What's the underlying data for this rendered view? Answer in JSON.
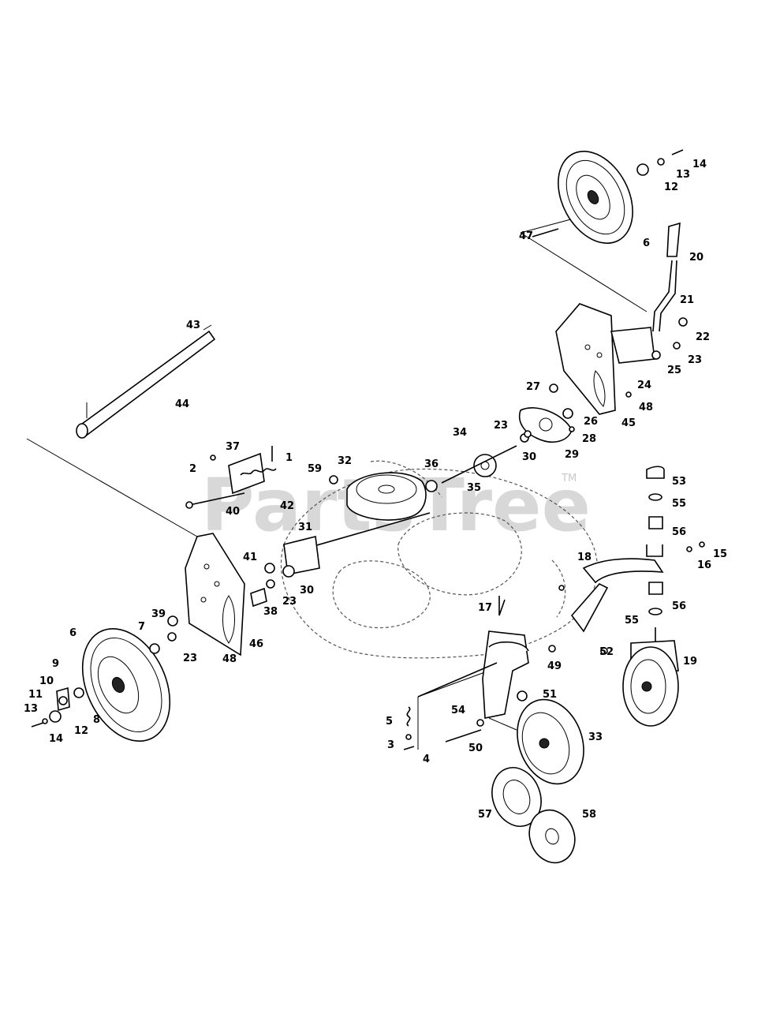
{
  "watermark": {
    "text": "PartsTree",
    "tm": "TM"
  },
  "callouts": [
    "1",
    "2",
    "3",
    "4",
    "5",
    "6",
    "7",
    "8",
    "9",
    "10",
    "11",
    "12",
    "13",
    "14",
    "15",
    "16",
    "17",
    "18",
    "19",
    "20",
    "21",
    "22",
    "23",
    "24",
    "25",
    "26",
    "27",
    "28",
    "29",
    "30",
    "31",
    "32",
    "33",
    "34",
    "35",
    "36",
    "37",
    "38",
    "39",
    "40",
    "41",
    "42",
    "43",
    "44",
    "45",
    "46",
    "47",
    "48",
    "49",
    "50",
    "51",
    "52",
    "53",
    "54",
    "55",
    "56",
    "57",
    "58",
    "59"
  ],
  "labels": [
    {
      "text": "1"
    },
    {
      "text": "2"
    },
    {
      "text": "37"
    },
    {
      "text": "42"
    },
    {
      "text": "40"
    },
    {
      "text": "43"
    },
    {
      "text": "44"
    },
    {
      "text": "59"
    },
    {
      "text": "32"
    },
    {
      "text": "36"
    },
    {
      "text": "35"
    },
    {
      "text": "34"
    },
    {
      "text": "23"
    },
    {
      "text": "30"
    },
    {
      "text": "29"
    },
    {
      "text": "28"
    },
    {
      "text": "27"
    },
    {
      "text": "26"
    },
    {
      "text": "47"
    },
    {
      "text": "24"
    },
    {
      "text": "25"
    },
    {
      "text": "23"
    },
    {
      "text": "22"
    },
    {
      "text": "21"
    },
    {
      "text": "20"
    },
    {
      "text": "6"
    },
    {
      "text": "12"
    },
    {
      "text": "13"
    },
    {
      "text": "14"
    },
    {
      "text": "48"
    },
    {
      "text": "45"
    },
    {
      "text": "31"
    },
    {
      "text": "41"
    },
    {
      "text": "30"
    },
    {
      "text": "23"
    },
    {
      "text": "38"
    },
    {
      "text": "39"
    },
    {
      "text": "7"
    },
    {
      "text": "23"
    },
    {
      "text": "48"
    },
    {
      "text": "46"
    },
    {
      "text": "6"
    },
    {
      "text": "9"
    },
    {
      "text": "10"
    },
    {
      "text": "11"
    },
    {
      "text": "8"
    },
    {
      "text": "13"
    },
    {
      "text": "12"
    },
    {
      "text": "14"
    },
    {
      "text": "53"
    },
    {
      "text": "55"
    },
    {
      "text": "56"
    },
    {
      "text": "15"
    },
    {
      "text": "16"
    },
    {
      "text": "18"
    },
    {
      "text": "56"
    },
    {
      "text": "55"
    },
    {
      "text": "17"
    },
    {
      "text": "52"
    },
    {
      "text": "49"
    },
    {
      "text": "19"
    },
    {
      "text": "51"
    },
    {
      "text": "5"
    },
    {
      "text": "54"
    },
    {
      "text": "3"
    },
    {
      "text": "4"
    },
    {
      "text": "50"
    },
    {
      "text": "33"
    },
    {
      "text": "57"
    },
    {
      "text": "58"
    }
  ]
}
